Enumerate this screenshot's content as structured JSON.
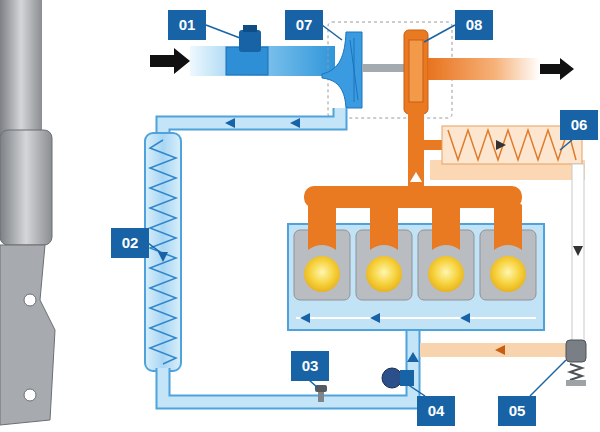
{
  "diagram": {
    "labels": [
      "01",
      "07",
      "08",
      "06",
      "02",
      "03",
      "04",
      "05"
    ]
  }
}
